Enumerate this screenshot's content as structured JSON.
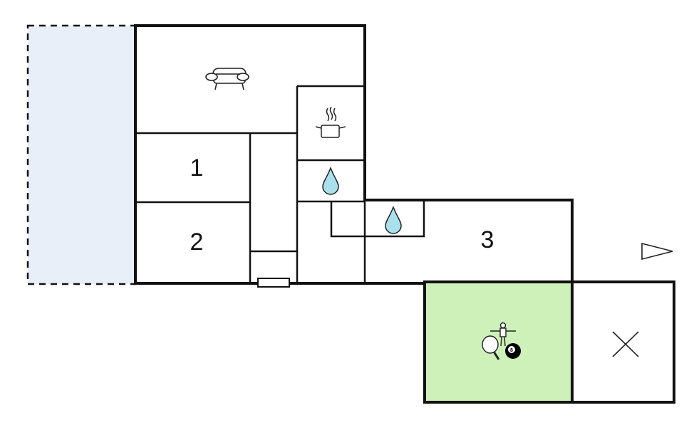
{
  "colors": {
    "terrace_fill": "#e9eff8",
    "activity_room_fill": "#cdf1b9",
    "water_drop": "#a9e0ec",
    "wall": "#111111"
  },
  "rooms": {
    "bedroom_1": "1",
    "bedroom_2": "2",
    "bedroom_3": "3"
  },
  "icons": {
    "living_room": "sofa-icon",
    "kitchen": "cooking-pot-icon",
    "bathroom_upper": "water-drop-icon",
    "bathroom_lower": "water-drop-icon",
    "activity_room": [
      "table-tennis-icon",
      "table-football-icon",
      "billiard-ball-icon"
    ],
    "billiard_ball_label": "8",
    "storage": "cross-icon",
    "north_arrow": "direction-arrow-icon"
  }
}
